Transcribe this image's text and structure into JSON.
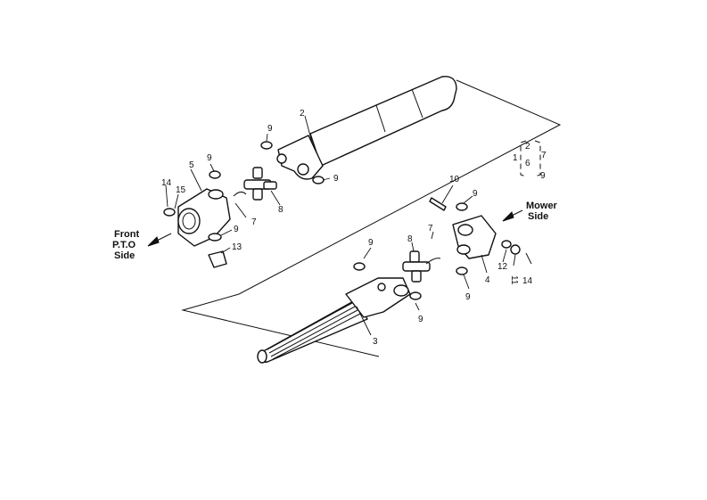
{
  "callouts": {
    "c1": "1",
    "c2": "2",
    "c2b": "2",
    "c3": "3",
    "c4": "4",
    "c5": "5",
    "c6": "6",
    "c7a": "7",
    "c7b": "7",
    "c7c": "7",
    "c8a": "8",
    "c8b": "8",
    "c9a": "9",
    "c9b": "9",
    "c9c": "9",
    "c9d": "9",
    "c9e": "9",
    "c9f": "9",
    "c9g": "9",
    "c9h": "9",
    "c9i": "9",
    "c10": "10",
    "c11": "11",
    "c12": "12",
    "c13": "13",
    "c14a": "14",
    "c14b": "14",
    "c15": "15"
  },
  "labels": {
    "front_line1": "Front",
    "front_line2": "P.T.O",
    "front_line3": "Side",
    "mower_line1": "Mower",
    "mower_line2": "Side"
  }
}
